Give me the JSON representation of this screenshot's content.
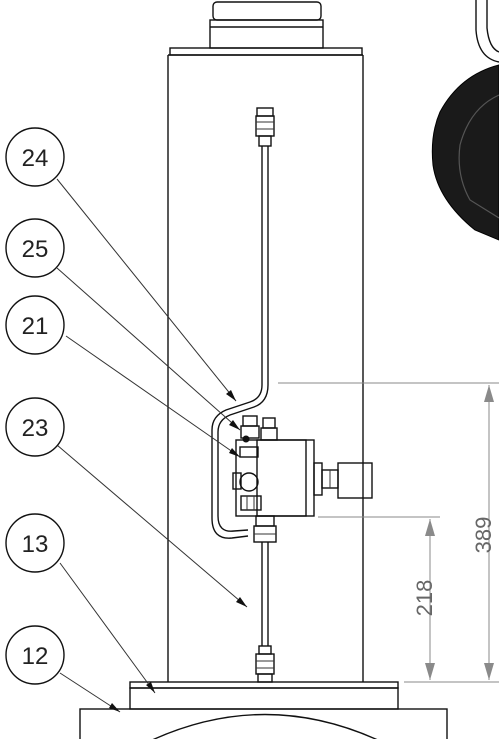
{
  "callouts": [
    {
      "id": "24",
      "label": "24"
    },
    {
      "id": "25",
      "label": "25"
    },
    {
      "id": "21",
      "label": "21"
    },
    {
      "id": "23",
      "label": "23"
    },
    {
      "id": "13",
      "label": "13"
    },
    {
      "id": "12",
      "label": "12"
    }
  ],
  "dimensions": {
    "inner": "218",
    "outer": "389"
  },
  "colors": {
    "line": "#111111",
    "dimension": "#8a8a8a",
    "knob": "#1a1a1a"
  }
}
